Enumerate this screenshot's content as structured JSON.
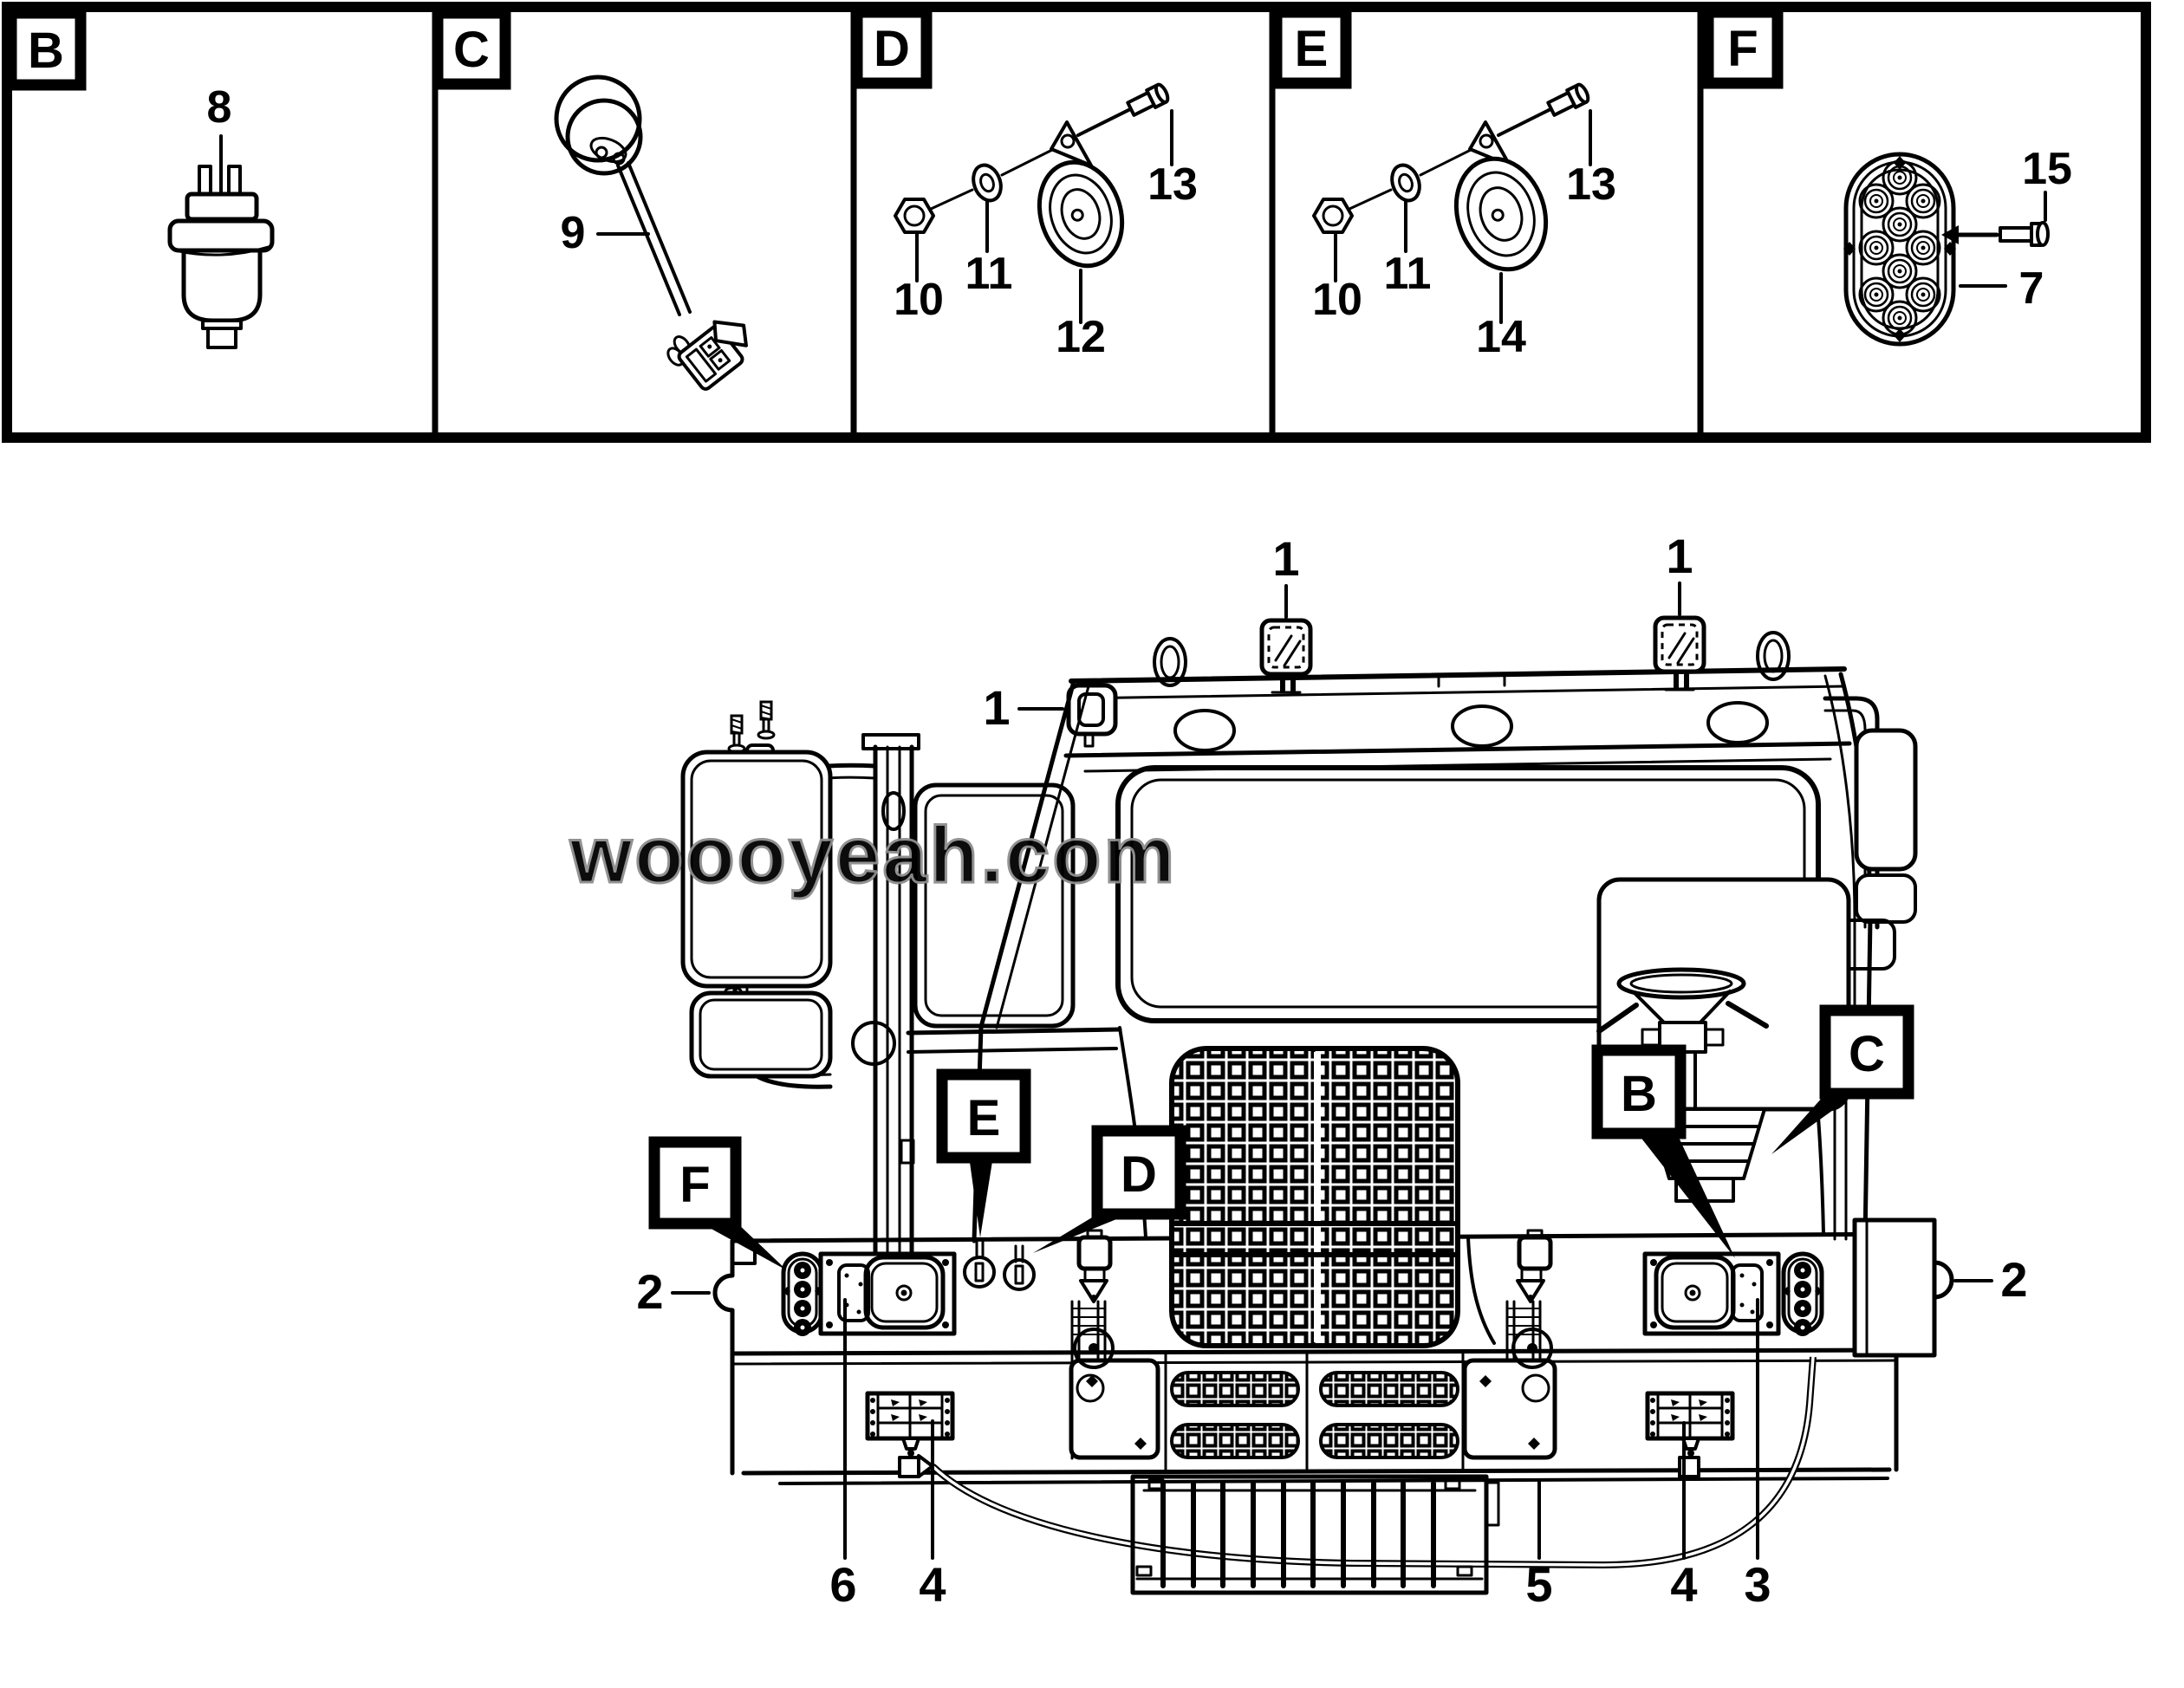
{
  "watermark": {
    "text": "woooyeah.com",
    "color": "#8d8d8d"
  },
  "strip": {
    "panels": [
      {
        "letter": "B",
        "parts": {
          "p8": "8"
        }
      },
      {
        "letter": "C",
        "parts": {
          "p9": "9"
        }
      },
      {
        "letter": "D",
        "parts": {
          "p10": "10",
          "p11": "11",
          "p12": "12",
          "p13": "13"
        }
      },
      {
        "letter": "E",
        "parts": {
          "p10": "10",
          "p11": "11",
          "p13": "13",
          "p14": "14"
        }
      },
      {
        "letter": "F",
        "parts": {
          "p7": "7",
          "p15": "15"
        }
      }
    ]
  },
  "truck": {
    "roof_lamp_left": "1",
    "roof_lamp_right": "1",
    "corner_lamp": "1",
    "marker_left": "2",
    "marker_right": "2",
    "callouts": {
      "f": "F",
      "e": "E",
      "d": "D",
      "b": "B",
      "c": "C"
    },
    "bottom": {
      "headlamp_left": "6",
      "fog_left": "4",
      "step": "5",
      "fog_right": "4",
      "headlamp_right": "3"
    }
  }
}
